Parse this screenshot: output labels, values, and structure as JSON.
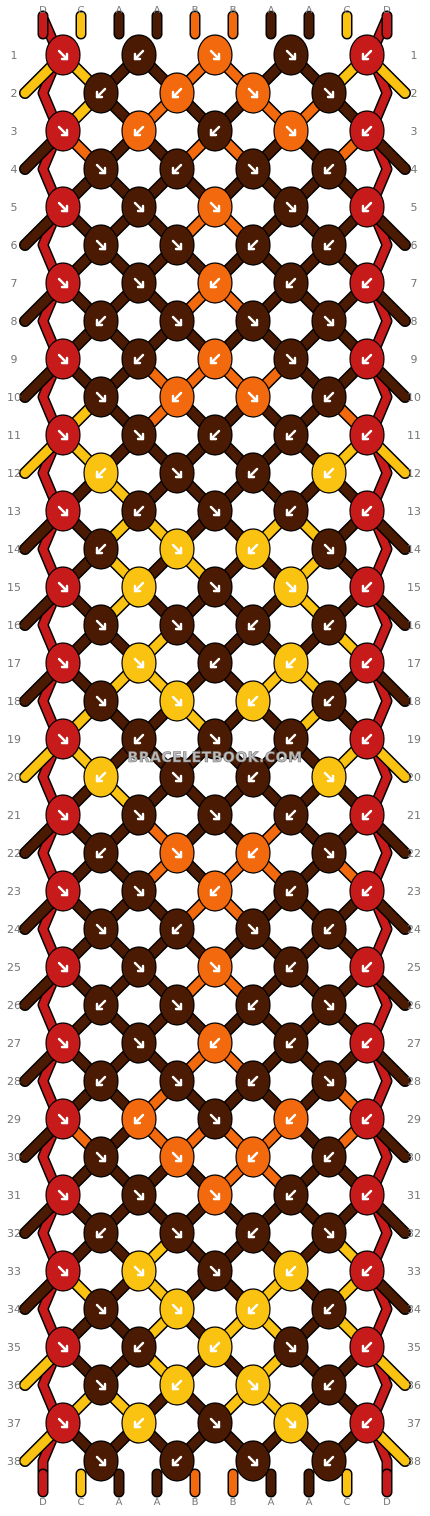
{
  "watermark": "BRACELETBOOK.COM",
  "string_labels": [
    "D",
    "C",
    "A",
    "A",
    "B",
    "B",
    "A",
    "A",
    "C",
    "D"
  ],
  "row_labels": [
    "1",
    "2",
    "3",
    "4",
    "5",
    "6",
    "7",
    "8",
    "9",
    "10",
    "11",
    "12",
    "13",
    "14",
    "15",
    "16",
    "17",
    "18",
    "19",
    "20",
    "21",
    "22",
    "23",
    "24",
    "25",
    "26",
    "27",
    "28",
    "29",
    "30",
    "31",
    "32",
    "33",
    "34",
    "35",
    "36",
    "37",
    "38"
  ],
  "colors": {
    "A": "#4a1a02",
    "B": "#f26a0d",
    "C": "#fbc311",
    "D": "#c71a1a"
  },
  "knots": [
    [
      "D:dr",
      "A:dl",
      "B:dr",
      "A:dr",
      "D:dl"
    ],
    [
      "A:dl",
      "B:dl",
      "B:dr",
      "A:dr"
    ],
    [
      "D:dr",
      "B:dl",
      "A:dl",
      "B:dr",
      "D:dl"
    ],
    [
      "A:dr",
      "A:dl",
      "A:dr",
      "A:dl"
    ],
    [
      "D:dr",
      "A:dr",
      "B:dr",
      "A:dr",
      "D:dl"
    ],
    [
      "A:dr",
      "A:dr",
      "A:dl",
      "A:dl"
    ],
    [
      "D:dr",
      "A:dr",
      "B:dl",
      "A:dl",
      "D:dl"
    ],
    [
      "A:dl",
      "A:dr",
      "A:dr",
      "A:dr"
    ],
    [
      "D:dr",
      "A:dl",
      "B:dl",
      "A:dr",
      "D:dl"
    ],
    [
      "A:dr",
      "B:dl",
      "B:dr",
      "A:dl"
    ],
    [
      "D:dr",
      "A:dr",
      "A:dl",
      "A:dl",
      "D:dl"
    ],
    [
      "C:dl",
      "A:dr",
      "A:dl",
      "C:dl"
    ],
    [
      "D:dr",
      "A:dl",
      "A:dr",
      "A:dl",
      "D:dl"
    ],
    [
      "A:dl",
      "C:dr",
      "C:dl",
      "A:dr"
    ],
    [
      "D:dr",
      "C:dl",
      "A:dr",
      "C:dr",
      "D:dl"
    ],
    [
      "A:dr",
      "A:dr",
      "A:dl",
      "A:dl"
    ],
    [
      "D:dr",
      "C:dr",
      "A:dl",
      "C:dl",
      "D:dl"
    ],
    [
      "A:dr",
      "C:dr",
      "C:dl",
      "A:dl"
    ],
    [
      "D:dr",
      "A:dl",
      "A:dr",
      "A:dl",
      "D:dl"
    ],
    [
      "C:dl",
      "A:dr",
      "A:dl",
      "C:dr"
    ],
    [
      "D:dr",
      "A:dr",
      "A:dr",
      "A:dl",
      "D:dl"
    ],
    [
      "A:dl",
      "B:dr",
      "B:dl",
      "A:dr"
    ],
    [
      "D:dr",
      "A:dr",
      "B:dl",
      "A:dl",
      "D:dl"
    ],
    [
      "A:dr",
      "A:dl",
      "A:dr",
      "A:dl"
    ],
    [
      "D:dr",
      "A:dr",
      "B:dr",
      "A:dl",
      "D:dl"
    ],
    [
      "A:dl",
      "A:dr",
      "A:dl",
      "A:dr"
    ],
    [
      "D:dr",
      "A:dr",
      "B:dl",
      "A:dl",
      "D:dl"
    ],
    [
      "A:dl",
      "A:dr",
      "A:dl",
      "A:dr"
    ],
    [
      "D:dr",
      "B:dl",
      "A:dr",
      "B:dl",
      "D:dl"
    ],
    [
      "A:dr",
      "B:dr",
      "B:dl",
      "A:dl"
    ],
    [
      "D:dr",
      "A:dr",
      "B:dr",
      "A:dl",
      "D:dl"
    ],
    [
      "A:dl",
      "A:dr",
      "A:dl",
      "A:dr"
    ],
    [
      "D:dr",
      "C:dr",
      "A:dr",
      "C:dl",
      "D:dl"
    ],
    [
      "A:dr",
      "C:dr",
      "C:dl",
      "A:dl"
    ],
    [
      "D:dr",
      "A:dl",
      "C:dl",
      "A:dr",
      "D:dl"
    ],
    [
      "A:dr",
      "C:dl",
      "C:dr",
      "A:dl"
    ],
    [
      "D:dr",
      "C:dl",
      "A:dr",
      "C:dr",
      "D:dl"
    ],
    [
      "A:dr",
      "A:dl",
      "A:dr",
      "A:dl"
    ]
  ],
  "strands": [
    [
      "C",
      "C",
      "A",
      "A",
      "B",
      "B",
      "A",
      "A",
      "C",
      "C"
    ],
    [
      "C",
      "A",
      "B",
      "A",
      "A",
      "B",
      "B",
      "A",
      "A",
      "C"
    ],
    [
      "A",
      "B",
      "A",
      "A",
      "B",
      "B",
      "A",
      "A",
      "B",
      "A"
    ],
    [
      "A",
      "A",
      "A",
      "A",
      "A",
      "A",
      "A",
      "A",
      "A",
      "A"
    ],
    [
      "A",
      "A",
      "A",
      "A",
      "B",
      "B",
      "A",
      "A",
      "A",
      "A"
    ],
    [
      "A",
      "A",
      "A",
      "A",
      "A",
      "A",
      "A",
      "A",
      "A",
      "A"
    ],
    [
      "A",
      "A",
      "A",
      "A",
      "B",
      "B",
      "A",
      "A",
      "A",
      "A"
    ],
    [
      "A",
      "A",
      "A",
      "A",
      "A",
      "A",
      "A",
      "A",
      "A",
      "A"
    ],
    [
      "A",
      "A",
      "A",
      "B",
      "B",
      "B",
      "B",
      "A",
      "A",
      "A"
    ],
    [
      "C",
      "A",
      "B",
      "A",
      "A",
      "A",
      "A",
      "B",
      "A",
      "C"
    ],
    [
      "C",
      "C",
      "A",
      "A",
      "A",
      "A",
      "A",
      "A",
      "C",
      "C"
    ],
    [
      "A",
      "C",
      "A",
      "A",
      "A",
      "A",
      "A",
      "A",
      "C",
      "A"
    ],
    [
      "A",
      "A",
      "C",
      "C",
      "A",
      "A",
      "C",
      "C",
      "A",
      "A"
    ],
    [
      "A",
      "C",
      "A",
      "C",
      "A",
      "A",
      "C",
      "A",
      "C",
      "A"
    ],
    [
      "A",
      "A",
      "C",
      "A",
      "A",
      "A",
      "A",
      "C",
      "A",
      "A"
    ],
    [
      "A",
      "A",
      "C",
      "A",
      "A",
      "A",
      "A",
      "C",
      "A",
      "A"
    ],
    [
      "A",
      "A",
      "C",
      "C",
      "A",
      "A",
      "C",
      "C",
      "A",
      "A"
    ],
    [
      "C",
      "A",
      "A",
      "C",
      "A",
      "A",
      "C",
      "A",
      "A",
      "C"
    ],
    [
      "C",
      "C",
      "A",
      "A",
      "A",
      "A",
      "A",
      "A",
      "C",
      "C"
    ],
    [
      "A",
      "C",
      "A",
      "A",
      "A",
      "A",
      "A",
      "A",
      "C",
      "A"
    ],
    [
      "A",
      "A",
      "A",
      "B",
      "A",
      "A",
      "B",
      "A",
      "A",
      "A"
    ],
    [
      "A",
      "A",
      "B",
      "A",
      "B",
      "B",
      "A",
      "B",
      "A",
      "A"
    ],
    [
      "A",
      "A",
      "A",
      "A",
      "B",
      "B",
      "A",
      "A",
      "A",
      "A"
    ],
    [
      "A",
      "A",
      "A",
      "A",
      "A",
      "A",
      "A",
      "A",
      "A",
      "A"
    ],
    [
      "A",
      "A",
      "A",
      "A",
      "B",
      "B",
      "A",
      "A",
      "A",
      "A"
    ],
    [
      "A",
      "A",
      "A",
      "A",
      "A",
      "A",
      "A",
      "A",
      "A",
      "A"
    ],
    [
      "A",
      "A",
      "A",
      "A",
      "B",
      "B",
      "A",
      "A",
      "A",
      "A"
    ],
    [
      "A",
      "A",
      "B",
      "A",
      "A",
      "A",
      "A",
      "B",
      "A",
      "A"
    ],
    [
      "A",
      "B",
      "A",
      "B",
      "B",
      "B",
      "B",
      "A",
      "B",
      "A"
    ],
    [
      "A",
      "A",
      "A",
      "A",
      "B",
      "B",
      "A",
      "A",
      "A",
      "A"
    ],
    [
      "A",
      "A",
      "A",
      "A",
      "A",
      "A",
      "A",
      "A",
      "A",
      "A"
    ],
    [
      "A",
      "A",
      "C",
      "A",
      "A",
      "A",
      "A",
      "C",
      "A",
      "A"
    ],
    [
      "A",
      "C",
      "A",
      "C",
      "A",
      "A",
      "C",
      "A",
      "C",
      "A"
    ],
    [
      "A",
      "A",
      "C",
      "A",
      "C",
      "C",
      "A",
      "C",
      "A",
      "A"
    ],
    [
      "C",
      "A",
      "A",
      "C",
      "A",
      "A",
      "C",
      "A",
      "A",
      "C"
    ],
    [
      "C",
      "C",
      "A",
      "A",
      "C",
      "C",
      "A",
      "A",
      "C",
      "C"
    ],
    [
      "C",
      "A",
      "A",
      "A",
      "A",
      "A",
      "A",
      "A",
      "A",
      "C"
    ],
    [
      "C",
      "C",
      "A",
      "A",
      "B",
      "B",
      "A",
      "A",
      "C",
      "C"
    ]
  ]
}
